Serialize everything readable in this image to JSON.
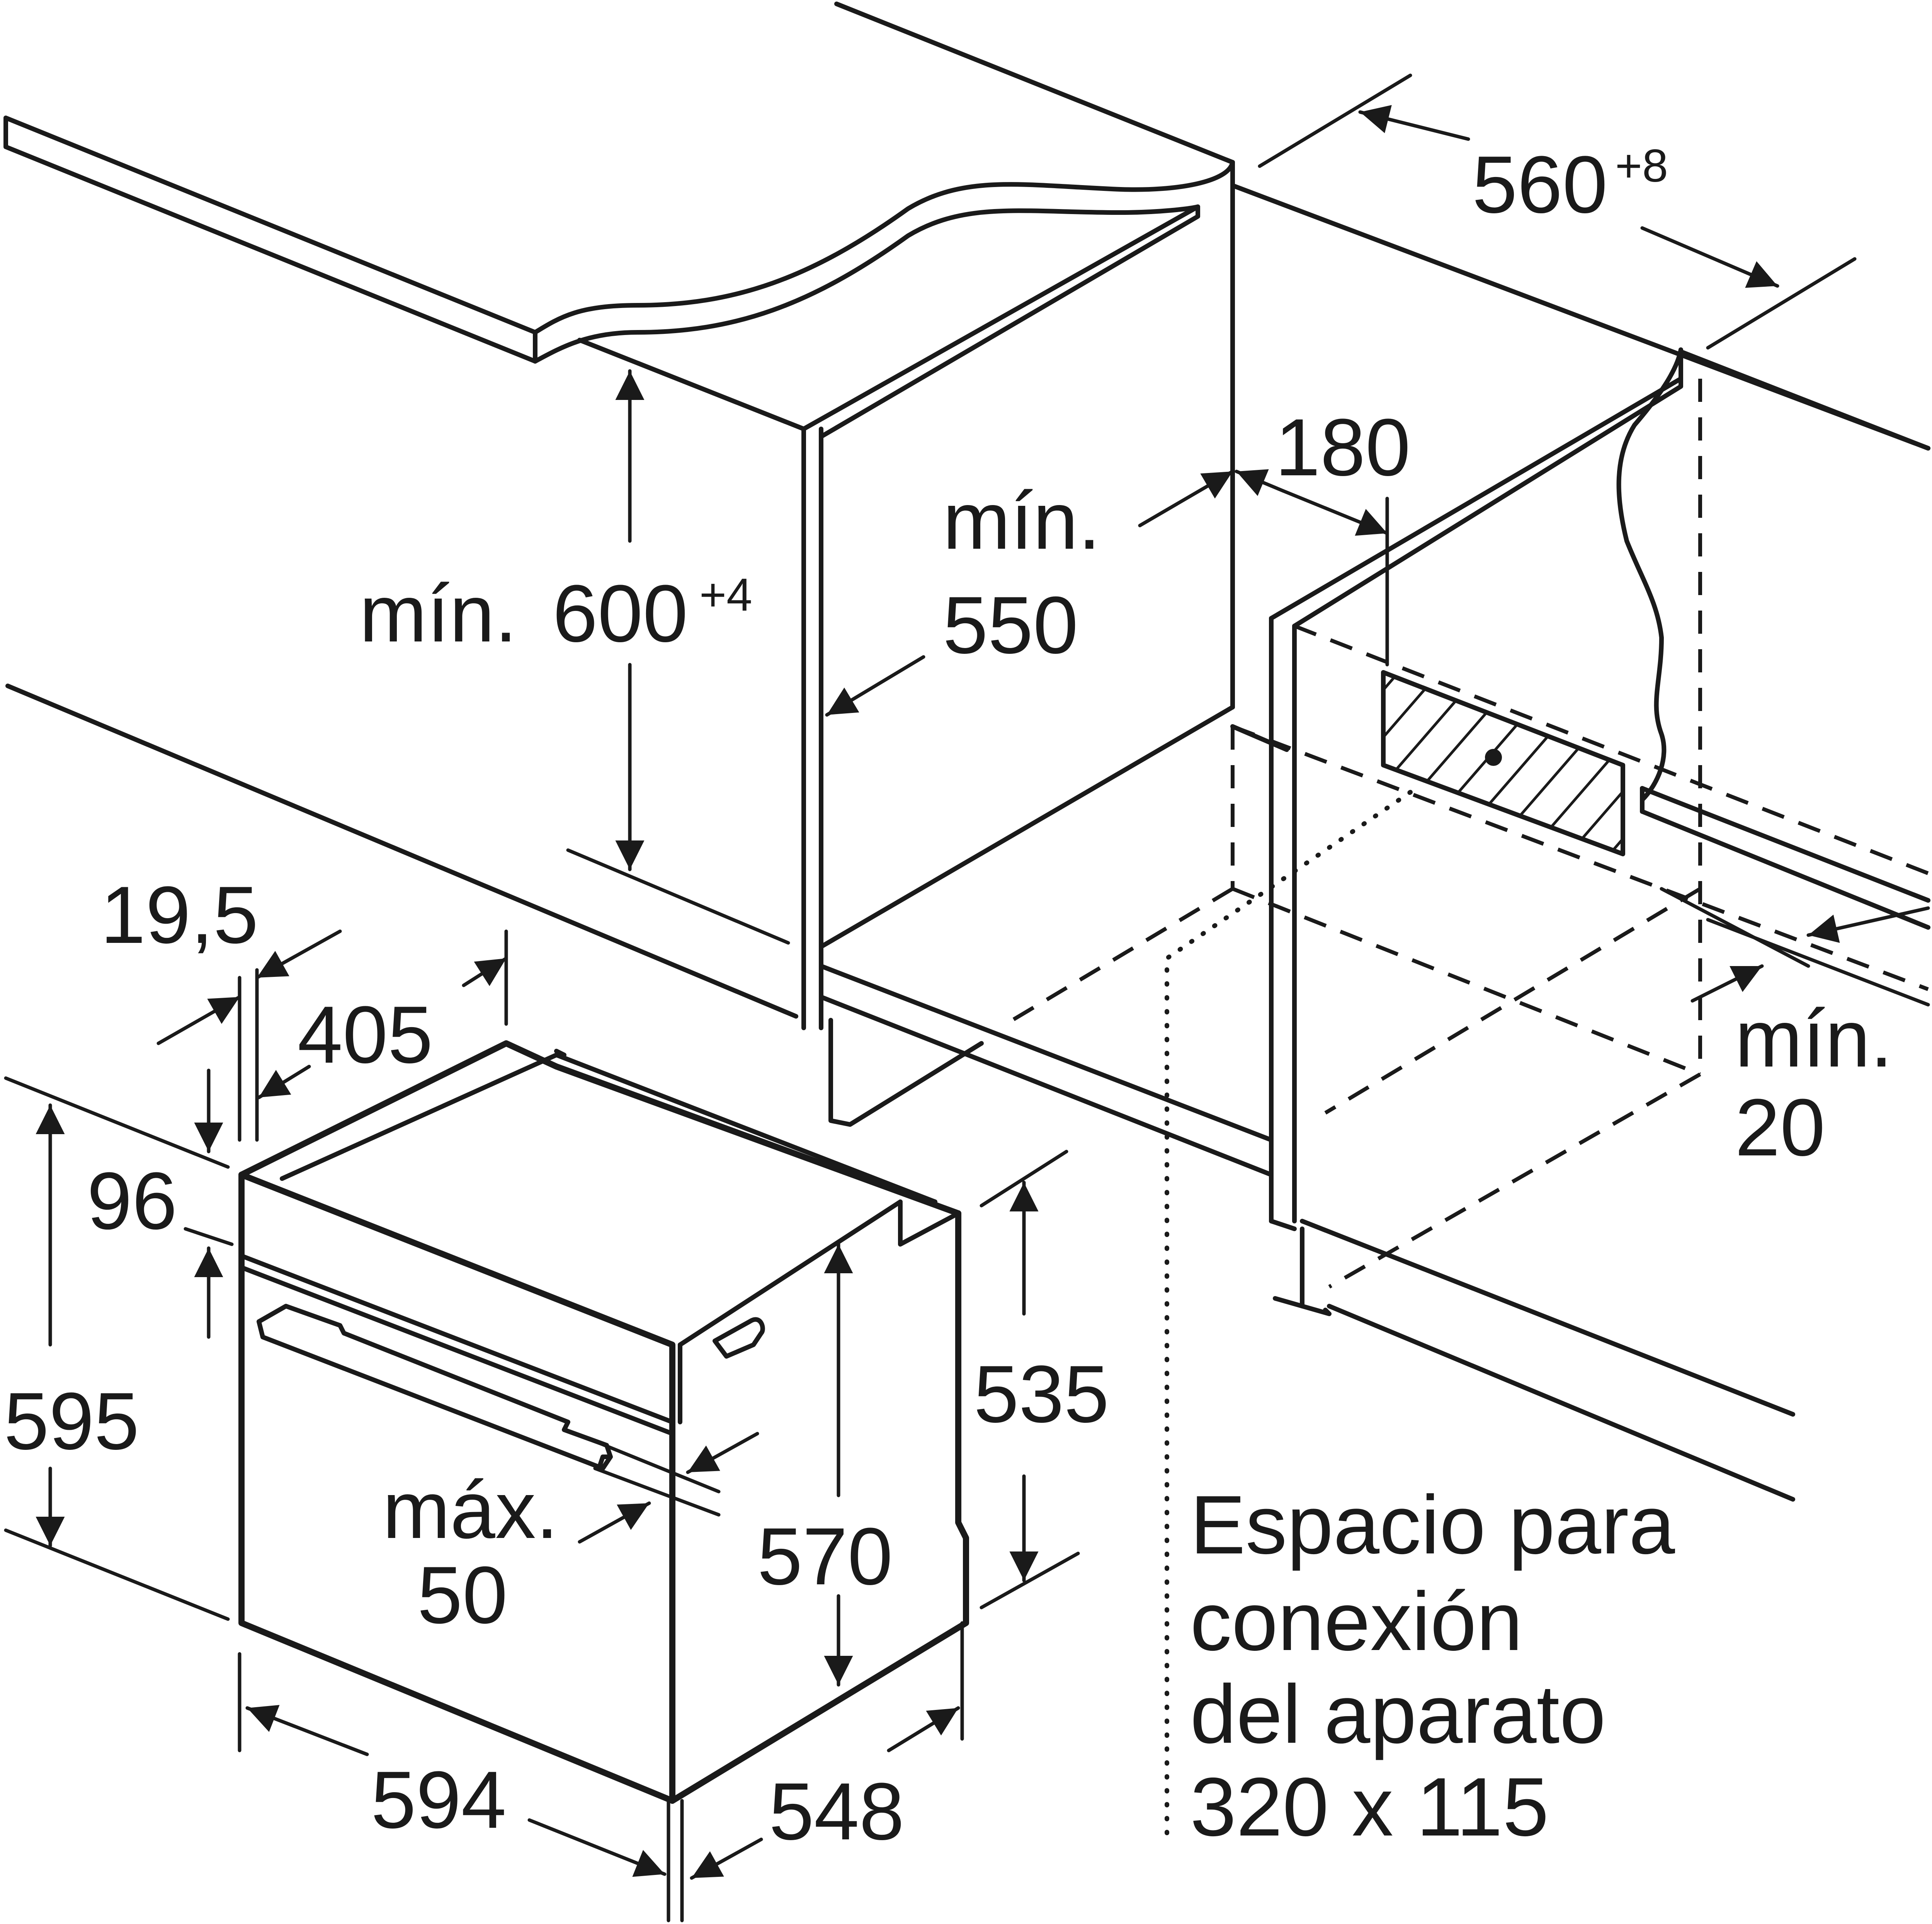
{
  "dimensions": {
    "cabinet_width": {
      "value": "560",
      "tolerance": "+8"
    },
    "cabinet_height": {
      "prefix": "mín.",
      "value": "600",
      "tolerance": "+4"
    },
    "cabinet_depth": {
      "line1": "mín.",
      "line2": "550"
    },
    "back_offset": "180",
    "rear_gap": {
      "line1": "mín.",
      "line2": "20"
    },
    "front_thickness": "19,5",
    "side_depth": "405",
    "panel_height": "96",
    "oven_height": "595",
    "body_height": "535",
    "inner_height": "570",
    "door_gap": {
      "line1": "máx.",
      "line2": "50"
    },
    "oven_width": "594",
    "oven_depth": "548"
  },
  "connection_note": {
    "line1": "Espacio para",
    "line2": "conexión",
    "line3": "del aparato",
    "line4": "320 x 115"
  }
}
